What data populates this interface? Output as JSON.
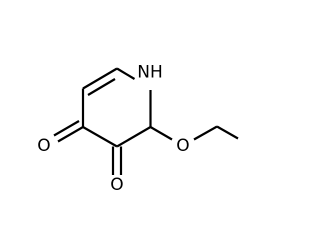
{
  "molecule": {
    "atom_labels": {
      "nh": "NH",
      "ether_o": "O",
      "c4_o": "O",
      "c3_o": "O"
    },
    "colors": {
      "bond": "#000000",
      "label": "#000000"
    }
  }
}
